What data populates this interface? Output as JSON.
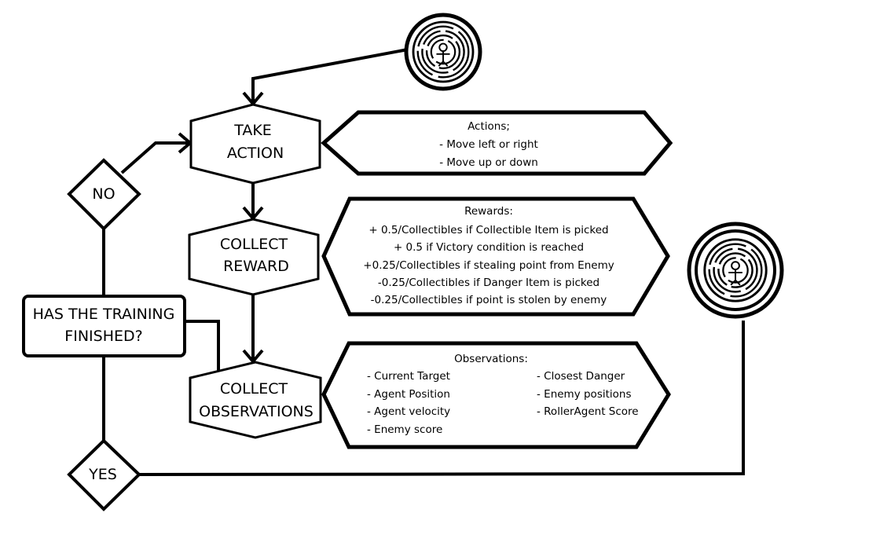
{
  "nodes": {
    "take_action": {
      "line1": "TAKE",
      "line2": "ACTION"
    },
    "collect_reward": {
      "line1": "COLLECT",
      "line2": "REWARD"
    },
    "collect_observations": {
      "line1": "COLLECT",
      "line2": "OBSERVATIONS"
    },
    "decision_finished": {
      "line1": "HAS THE TRAINING",
      "line2": "FINISHED?"
    },
    "no": "NO",
    "yes": "YES"
  },
  "actions": {
    "title": "Actions;",
    "items": [
      "- Move left or right",
      "- Move up or down"
    ]
  },
  "rewards": {
    "title": "Rewards:",
    "items": [
      "+ 0.5/Collectibles if Collectible Item is picked",
      "+ 0.5 if Victory condition is reached",
      "+0.25/Collectibles if stealing point from Enemy",
      "-0.25/Collectibles if Danger Item is picked",
      "-0.25/Collectibles if point is stolen by enemy"
    ]
  },
  "observations": {
    "title": "Observations:",
    "left": [
      "- Current Target",
      "- Agent Position",
      "- Agent velocity",
      "- Enemy score"
    ],
    "right": [
      "- Closest Danger",
      "- Enemy positions",
      "- RollerAgent Score"
    ]
  },
  "icons": {
    "start": "maze-logo-icon",
    "end": "maze-logo-icon"
  }
}
